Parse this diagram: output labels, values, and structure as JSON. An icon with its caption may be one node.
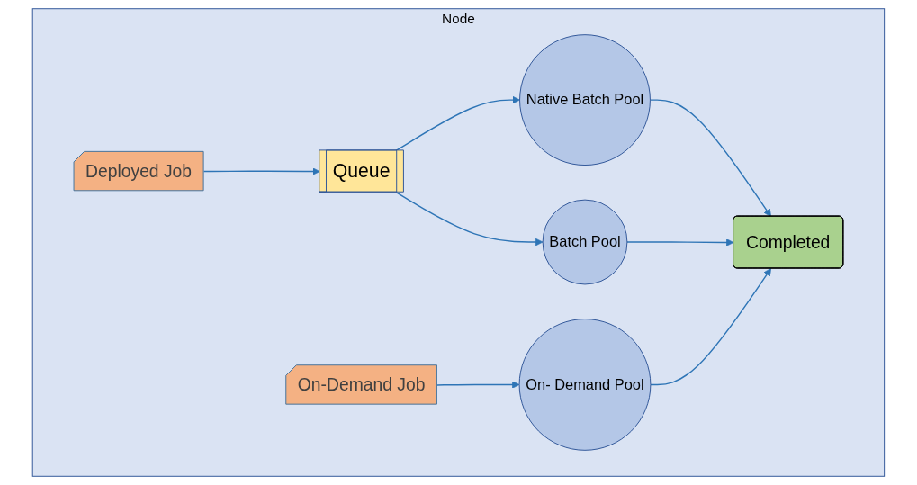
{
  "diagram": {
    "nodes": [
      {
        "text": [
          "Node"
        ]
      },
      {
        "text": [
          "Deployed Job"
        ],
        "in": 0
      },
      {
        "text": [
          "Queue"
        ],
        "in": 0
      },
      {
        "text": [
          "Native Batch Pool"
        ],
        "in": 0
      },
      {
        "text": [
          "Batch Pool"
        ],
        "in": 0
      },
      {
        "text": [
          "On-Demand Job"
        ],
        "in": 0
      },
      {
        "text": [
          "On- Demand Pool"
        ],
        "in": 0
      },
      {
        "text": [
          "Completed"
        ],
        "in": 0
      }
    ],
    "edges": [
      {
        "from": 1,
        "to": 2,
        "arrow": "to"
      },
      {
        "from": 2,
        "to": 3,
        "arrow": "to"
      },
      {
        "from": 2,
        "to": 4,
        "arrow": "to"
      },
      {
        "from": 3,
        "to": 7,
        "arrow": "to"
      },
      {
        "from": 4,
        "to": 7,
        "arrow": "to"
      },
      {
        "from": 5,
        "to": 6,
        "arrow": "to"
      },
      {
        "from": 6,
        "to": 7,
        "arrow": "to"
      }
    ]
  }
}
